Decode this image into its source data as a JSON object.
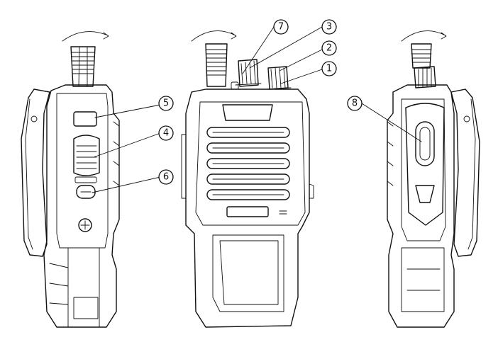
{
  "callouts": [
    {
      "id": "c7",
      "label": "7"
    },
    {
      "id": "c3",
      "label": "3"
    },
    {
      "id": "c2",
      "label": "2"
    },
    {
      "id": "c1",
      "label": "1"
    },
    {
      "id": "c5",
      "label": "5"
    },
    {
      "id": "c4",
      "label": "4"
    },
    {
      "id": "c6",
      "label": "6"
    },
    {
      "id": "c8",
      "label": "8"
    }
  ],
  "colors": {
    "line": "#111111",
    "background": "#ffffff"
  }
}
